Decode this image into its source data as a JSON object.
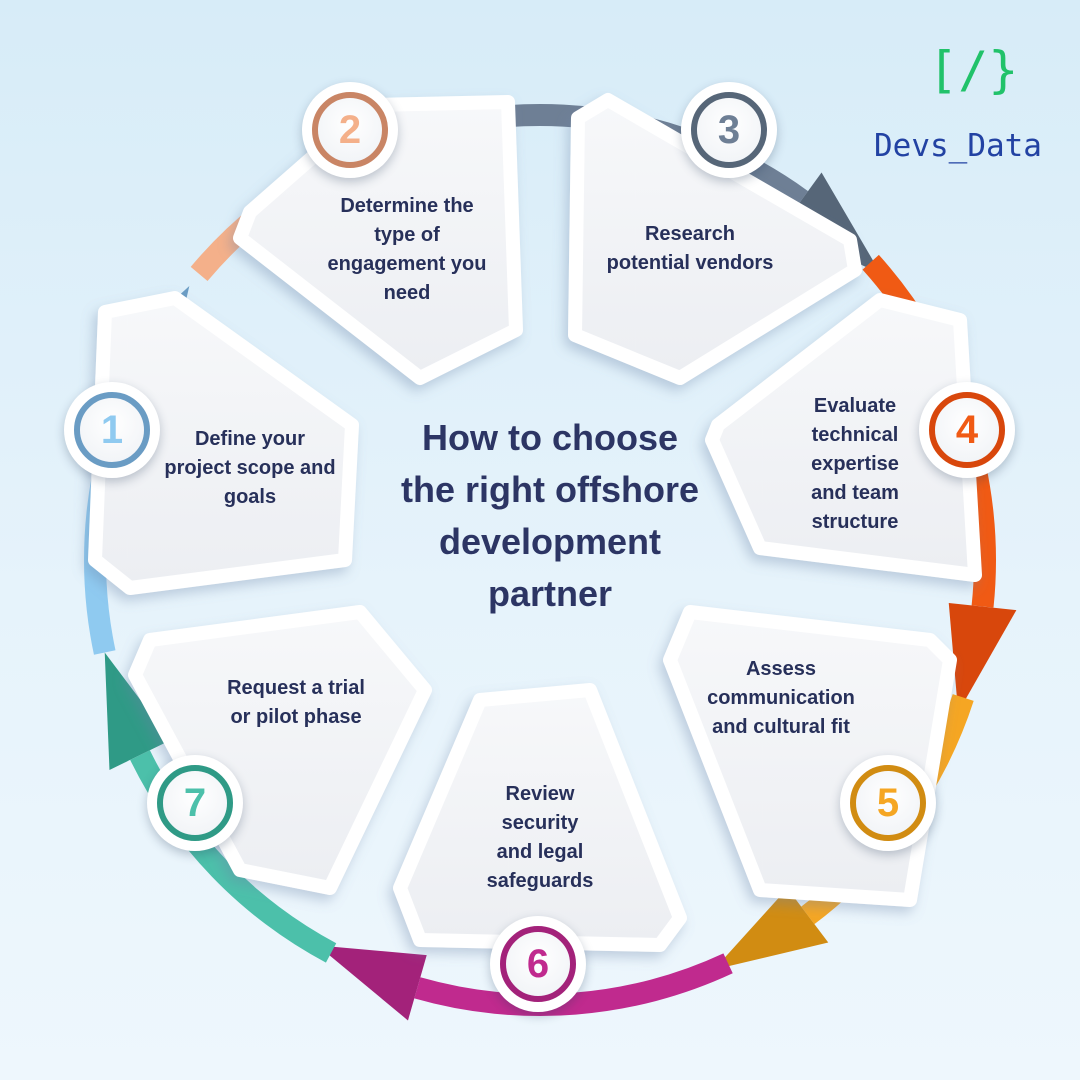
{
  "title": "How to choose the right offshore development partner",
  "brand": {
    "mark": "[/}",
    "name": "Devs_Data"
  },
  "steps": [
    {
      "number": "1",
      "text": "Define your\nproject scope and\ngoals",
      "color": "#8fcaf0",
      "dark": "#6a9cc4"
    },
    {
      "number": "2",
      "text": "Determine the\ntype of\nengagement you\nneed",
      "color": "#f4b08a",
      "dark": "#c98565"
    },
    {
      "number": "3",
      "text": "Research\npotential vendors",
      "color": "#6e7f95",
      "dark": "#566678"
    },
    {
      "number": "4",
      "text": "Evaluate\ntechnical\nexpertise\nand team\nstructure",
      "color": "#f05a14",
      "dark": "#d8470c"
    },
    {
      "number": "5",
      "text": "Assess\ncommunication\nand cultural fit",
      "color": "#f5a623",
      "dark": "#d18c12"
    },
    {
      "number": "6",
      "text": "Review\nsecurity\nand legal\nsafeguards",
      "color": "#c02a8e",
      "dark": "#a3227a"
    },
    {
      "number": "7",
      "text": "Request a trial\nor pilot phase",
      "color": "#4cc0aa",
      "dark": "#2f9a86"
    }
  ]
}
